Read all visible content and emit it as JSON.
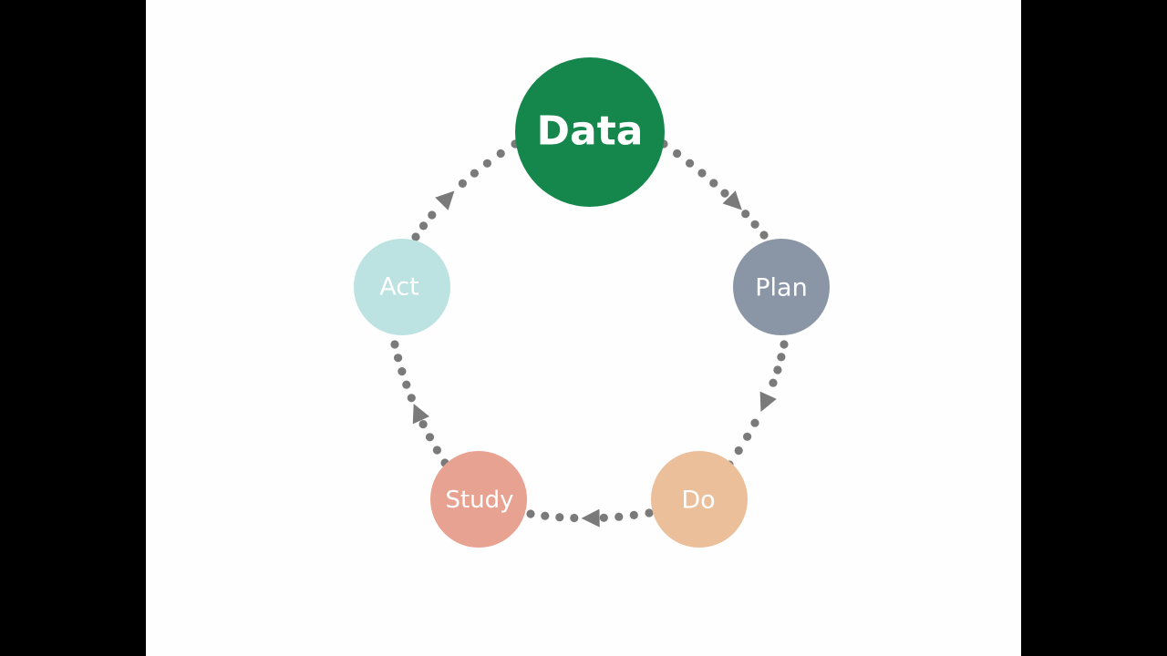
{
  "colors": {
    "background": "#fefefe",
    "letterbox": "#000000",
    "connector": "#7a7a7a"
  },
  "nodes": [
    {
      "id": "data",
      "label": "Data",
      "color": "#15874c",
      "emphasis": true
    },
    {
      "id": "plan",
      "label": "Plan",
      "color": "#8a95a5",
      "emphasis": false
    },
    {
      "id": "do",
      "label": "Do",
      "color": "#ecbf9b",
      "emphasis": false
    },
    {
      "id": "study",
      "label": "Study",
      "color": "#e8a291",
      "emphasis": false
    },
    {
      "id": "act",
      "label": "Act",
      "color": "#bde2e2",
      "emphasis": false
    }
  ],
  "flow": [
    "data",
    "plan",
    "do",
    "study",
    "act",
    "data"
  ]
}
